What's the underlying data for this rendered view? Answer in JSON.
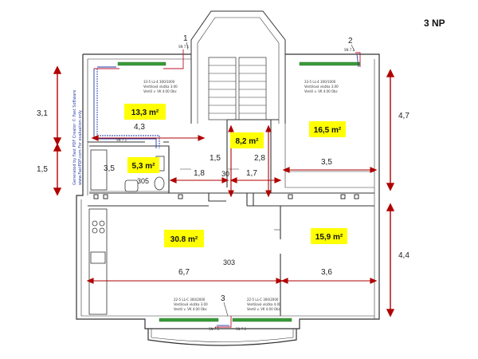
{
  "floor_label": "3 NP",
  "colors": {
    "area_label_bg": "#ffff00",
    "dimension": "#b00000",
    "wall": "#333333",
    "radiator": "#3a9a3a",
    "pipe_blue": "#1a3aa8",
    "pipe_red": "#c0102b"
  },
  "area_labels": [
    {
      "id": "room-top-left",
      "value": "13,3 m²"
    },
    {
      "id": "room-top-right",
      "value": "16,5 m²"
    },
    {
      "id": "room-hall",
      "value": "8,2 m²"
    },
    {
      "id": "room-bath",
      "value": "5,3 m²"
    },
    {
      "id": "room-big",
      "value": "30.8 m²"
    },
    {
      "id": "room-bottom-right",
      "value": "15,9 m²"
    }
  ],
  "dimensions": {
    "outer_left_top": "3,1",
    "outer_left_bottom": "1,5",
    "outer_right_top": "4,7",
    "outer_right_bottom": "4,4",
    "inner": [
      "4,3",
      "3,5",
      "1,5",
      "2,8",
      "1,8",
      "1,7",
      "3,5",
      "6,7",
      "3,6"
    ]
  },
  "room_numbers": [
    "30",
    "305",
    "303"
  ],
  "markers": [
    "1",
    "2",
    "3"
  ],
  "radiator_labels": {
    "top_left": [
      "33-5 LL-4 300/1000",
      "Ventilová vložka 3.00",
      "Ventil v. VK 4.00 Obc"
    ],
    "top_right": [
      "33-5 LL-4 300/1000",
      "Ventilová vložka 3.00",
      "Ventil v. VK 4.00 Obc"
    ],
    "bottom_left": [
      "22-5 LL-C 300/2000",
      "Ventilová vložka 3.00",
      "Ventil v. VK 4.00 Obc"
    ],
    "bottom_right": [
      "22-5 LL-C 300/2000",
      "Ventilová vložka 4.00",
      "Ventil v. VK 4.00 Obc"
    ]
  },
  "small_labels": [
    "SN 7.1",
    "SN 7.1",
    "SN 7.1",
    "SN 7.1",
    "SN 7.1"
  ],
  "watermark": [
    "Generated by Fast PDF Creator © Fast Software",
    "www.FastPDF.com   For evaluation only"
  ]
}
